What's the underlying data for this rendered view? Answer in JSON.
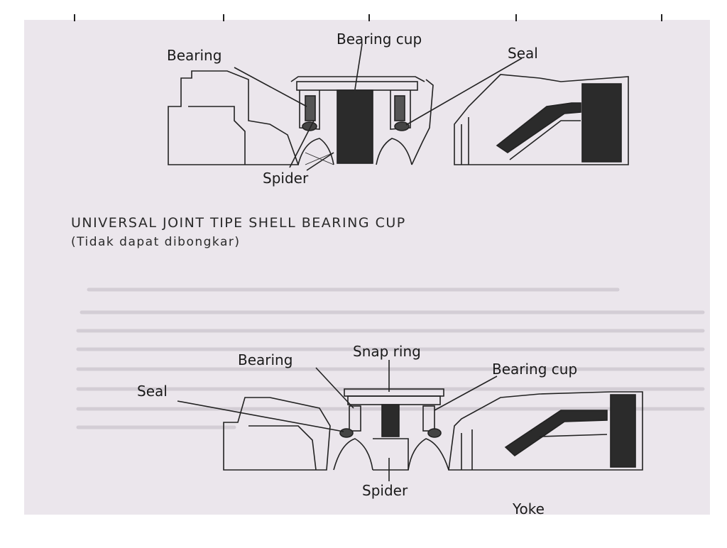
{
  "figure_top": {
    "labels": {
      "bearing_cup": "Bearing cup",
      "bearing": "Bearing",
      "seal": "Seal",
      "spider": "Spider"
    },
    "caption_title": "UNIVERSAL JOINT TIPE SHELL BEARING CUP",
    "caption_subtitle": "(Tidak dapat dibongkar)"
  },
  "figure_bottom": {
    "labels": {
      "bearing": "Bearing",
      "snap_ring": "Snap ring",
      "bearing_cup": "Bearing cup",
      "seal": "Seal",
      "spider": "Spider",
      "yoke": "Yoke"
    }
  },
  "colors": {
    "paper": "#ebe6ec",
    "ink": "#1a1a1a",
    "dark_fill": "#2b2b2b"
  }
}
